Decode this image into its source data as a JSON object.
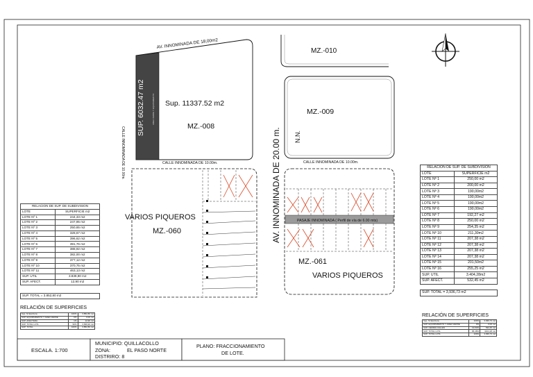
{
  "plan": {
    "avenue_top": "AV. INNOMINADA DE 18,00m2",
    "avenue_main": "AV. INNOMINADA DE 20.00 m.",
    "street_left": "CALLE INNOMINADA DE 10.00m.",
    "street_mid_left": "CALLE INNOMINADA DE 10.00m.",
    "street_mid_right": "CALLE INNOMINADA DE 10.00m.",
    "green_strip_sup": "SUP. 6032.47 m2",
    "green_strip_label": "AREA VERDE Y EQUIPAMIENTO",
    "block_008_sup": "Sup. 11337.52 m2",
    "block_008": "MZ.-008",
    "block_010": "MZ.-010",
    "block_009": "MZ.-009",
    "nn_label": "N.N.",
    "block_060_owner": "VARIOS PIQUEROS",
    "block_060": "MZ.-060",
    "block_061": "MZ.-061",
    "block_061_owner": "VARIOS PIQUEROS",
    "pasaje": "PASAJE INNOMINADA ( Perfil de vía de 6.00 mts)"
  },
  "left_table": {
    "title": "RELACION DE SUP. DE SUBDIVISION",
    "headers": [
      "LOTE",
      "SUPERFICIE m2"
    ],
    "rows": [
      [
        "LOTE Nº 1",
        "244,33 m2"
      ],
      [
        "LOTE Nº 2",
        "247,95 m2"
      ],
      [
        "LOTE Nº 3",
        "250,65 m2"
      ],
      [
        "LOTE Nº 4",
        "328,67 m2"
      ],
      [
        "LOTE Nº 5",
        "396,62 m2"
      ],
      [
        "LOTE Nº 6",
        "391,76 m2"
      ],
      [
        "LOTE Nº 7",
        "388,92 m2"
      ],
      [
        "LOTE Nº 8",
        "382,00 m2"
      ],
      [
        "LOTE Nº 9",
        "377,12 m2"
      ],
      [
        "LOTE Nº 10",
        "370,75 m2"
      ],
      [
        "LOTE Nº 11",
        "463,13 m2"
      ],
      [
        "SUP. UTIL",
        "3.839,90 m2"
      ],
      [
        "SUP. AFECT.",
        "12,90 m2"
      ]
    ],
    "total": "SUP. TOTAL = 3.852,80 m2"
  },
  "right_table": {
    "title": "RELACION DE SUP. DE SUBDIVISION",
    "headers": [
      "LOTE",
      "SUPERFICIE m2"
    ],
    "rows": [
      [
        "LOTE Nº 1",
        "250,00 m2"
      ],
      [
        "LOTE Nº 2",
        "200,00 m2"
      ],
      [
        "LOTE Nº 3",
        "190,00m2"
      ],
      [
        "LOTE Nº 4",
        "190,00m2"
      ],
      [
        "LOTE Nº 5",
        "190,00m2"
      ],
      [
        "LOTE Nº 6",
        "190,00m2"
      ],
      [
        "LOTE Nº 7",
        "192,27 m2"
      ],
      [
        "LOTE Nº 8",
        "250,00 m2"
      ],
      [
        "LOTE Nº 9",
        "254,35 m2"
      ],
      [
        "LOTE Nº 10",
        "211,30m2"
      ],
      [
        "LOTE Nº 11",
        "207,38 m2"
      ],
      [
        "LOTE Nº 12",
        "207,38 m2"
      ],
      [
        "LOTE Nº 13",
        "207,38 m2"
      ],
      [
        "LOTE Nº 14",
        "207,38 m2"
      ],
      [
        "LOTE Nº 15",
        "201,50m2"
      ],
      [
        "LOTE Nº 16",
        "255,25 m2"
      ],
      [
        "SUP. UTIL",
        "3.404,28m2"
      ],
      [
        "SUP. AFECT.",
        "532,45 m2"
      ]
    ],
    "total": "SUP. TOTAL = 3,936,73 m2"
  },
  "relacion_left": {
    "title": "RELACIÓN DE SUPERFICIES",
    "rows": [
      [
        "Sup. S/ Escritura",
        "100%",
        "3.852,80 m2"
      ],
      [
        "SUP. EQUIPAMIENTO Y AREA VERDE",
        "0%",
        "0,00 m2"
      ],
      [
        "SUP. AFECTADA",
        "1%",
        "12,90 m2"
      ],
      [
        "SUP. TOTAL LOTs",
        "99%",
        "3.839,90 m2"
      ],
      [
        "SUP. TOTAL",
        "100%",
        "3.852,80 m2"
      ]
    ]
  },
  "relacion_right": {
    "title": "RELACIÓN DE SUPERFICIES",
    "rows": [
      [
        "Sup. S/ Escritura",
        "100%",
        "3.936,73 m2"
      ],
      [
        "SUP. EQUIPAMIENTO Y AREA VERDE",
        "0%",
        "0,00 m2"
      ],
      [
        "SUP. CEDIDA CALLES",
        "13,53%",
        "532,45 m2"
      ],
      [
        "SUP. TOTAL LOTs",
        "86,48%",
        "3404,28 m2"
      ],
      [
        "SUP. TOTAL LOTs",
        "100%",
        "3.936,73 m2"
      ]
    ]
  },
  "title_block": {
    "scale": "ESCALA. 1:700",
    "municipio": "MUNICIPIO: QUILLACOLLO",
    "zona_label": "ZONA:",
    "zona_value": "EL PASO NORTE",
    "distrito": "DISTRIRO:  8",
    "plano_line1": "PLANO: FRACCIONAMIENTO",
    "plano_line2": "DE LOTE."
  }
}
